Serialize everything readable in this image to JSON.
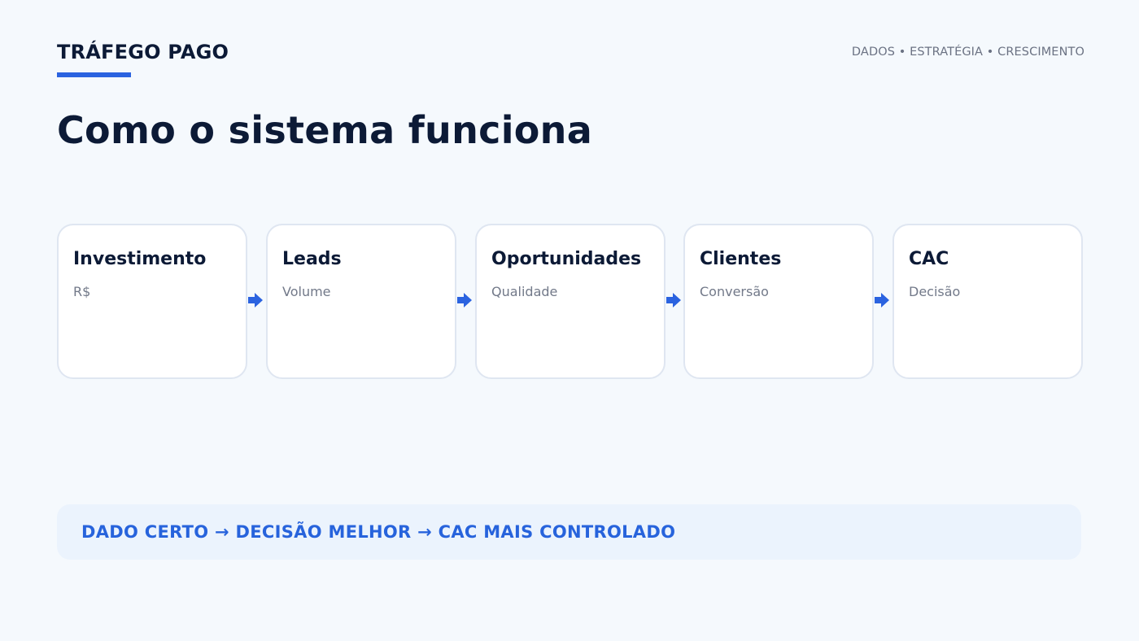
{
  "header": {
    "brand": "TRÁFEGO PAGO",
    "tagline": "DADOS • ESTRATÉGIA • CRESCIMENTO"
  },
  "page": {
    "title": "Como o sistema funciona"
  },
  "flow": {
    "steps": [
      {
        "title": "Investimento",
        "subtitle": "R$"
      },
      {
        "title": "Leads",
        "subtitle": "Volume"
      },
      {
        "title": "Oportunidades",
        "subtitle": "Qualidade"
      },
      {
        "title": "Clientes",
        "subtitle": "Conversão"
      },
      {
        "title": "CAC",
        "subtitle": "Decisão"
      }
    ],
    "arrow_icon": "arrow-right-icon"
  },
  "summary": {
    "text": "DADO CERTO → DECISÃO MELHOR → CAC MAIS CONTROLADO"
  },
  "colors": {
    "background": "#f5f9fd",
    "accent": "#2b63e0",
    "heading": "#0c1a36",
    "muted": "#6b7283",
    "card_border": "#dfe6f1",
    "summary_background": "#ebf3fd"
  }
}
